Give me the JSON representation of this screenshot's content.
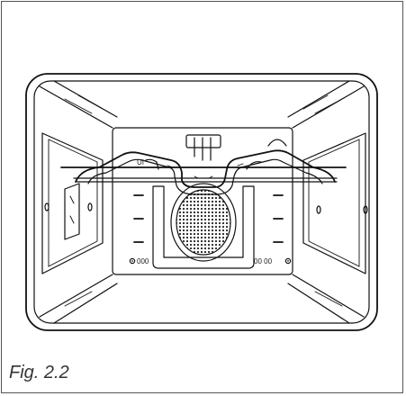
{
  "figure": {
    "caption": "Fig. 2.2",
    "top_marking": "UI",
    "left_counter_marking": "000",
    "right_counter_marking": "00 00"
  },
  "colors": {
    "line": "#111111",
    "background": "#ffffff",
    "frame": "#555555"
  }
}
